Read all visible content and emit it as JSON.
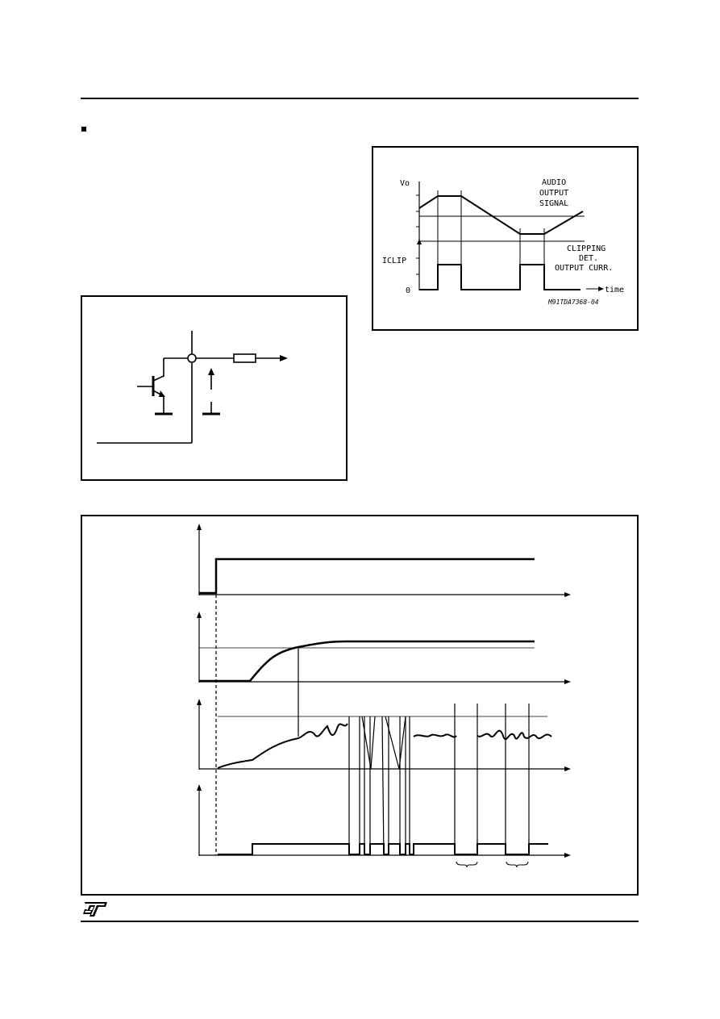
{
  "clip_figure": {
    "y_label_top": "Vo",
    "y_label_bottom": "ICLIP",
    "zero_label": "0",
    "audio_label": [
      "AUDIO",
      "OUTPUT",
      "SIGNAL"
    ],
    "clip_label": [
      "CLIPPING",
      "DET.",
      "OUTPUT CURR."
    ],
    "time_label": "time",
    "figure_code": "M91TDA7368-04"
  },
  "logo": {
    "text": "ST"
  }
}
